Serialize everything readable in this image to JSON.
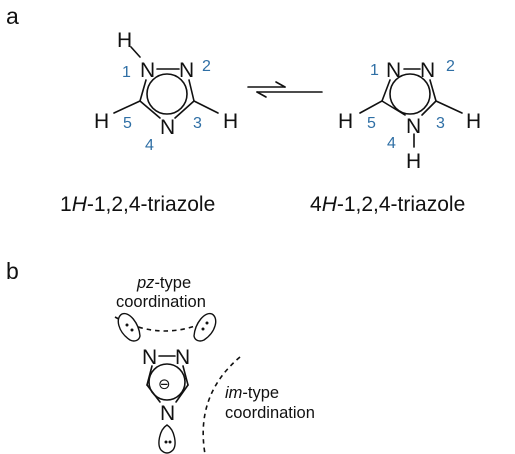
{
  "panels": {
    "a": "a",
    "b": "b"
  },
  "triazole_1h": {
    "caption": {
      "lead": "1",
      "italic": "H",
      "rest": "-1,2,4-triazole"
    },
    "atoms": {
      "N1": "N",
      "N2": "N",
      "N4": "N",
      "H_N1": "H",
      "H_C5": "H",
      "H_C3": "H"
    },
    "numbers": {
      "n1": "1",
      "n2": "2",
      "n3": "3",
      "n4": "4",
      "n5": "5"
    }
  },
  "triazole_4h": {
    "caption": {
      "lead": "4",
      "italic": "H",
      "rest": "-1,2,4-triazole"
    },
    "atoms": {
      "N1": "N",
      "N2": "N",
      "N4": "N",
      "H_N4": "H",
      "H_C5": "H",
      "H_C3": "H"
    },
    "numbers": {
      "n1": "1",
      "n2": "2",
      "n3": "3",
      "n4": "4",
      "n5": "5"
    }
  },
  "triazolate": {
    "atoms": {
      "N1": "N",
      "N2": "N",
      "N4": "N"
    },
    "charge": "⊖"
  },
  "coordination": {
    "pz": {
      "italic": "pz",
      "suffix": "-type",
      "line2": "coordination"
    },
    "im": {
      "italic": "im",
      "suffix": "-type",
      "line2": "coordination"
    }
  },
  "icons": [
    "equilibrium-arrow-icon",
    "lone-pair-icon",
    "aromatic-ring-icon"
  ]
}
